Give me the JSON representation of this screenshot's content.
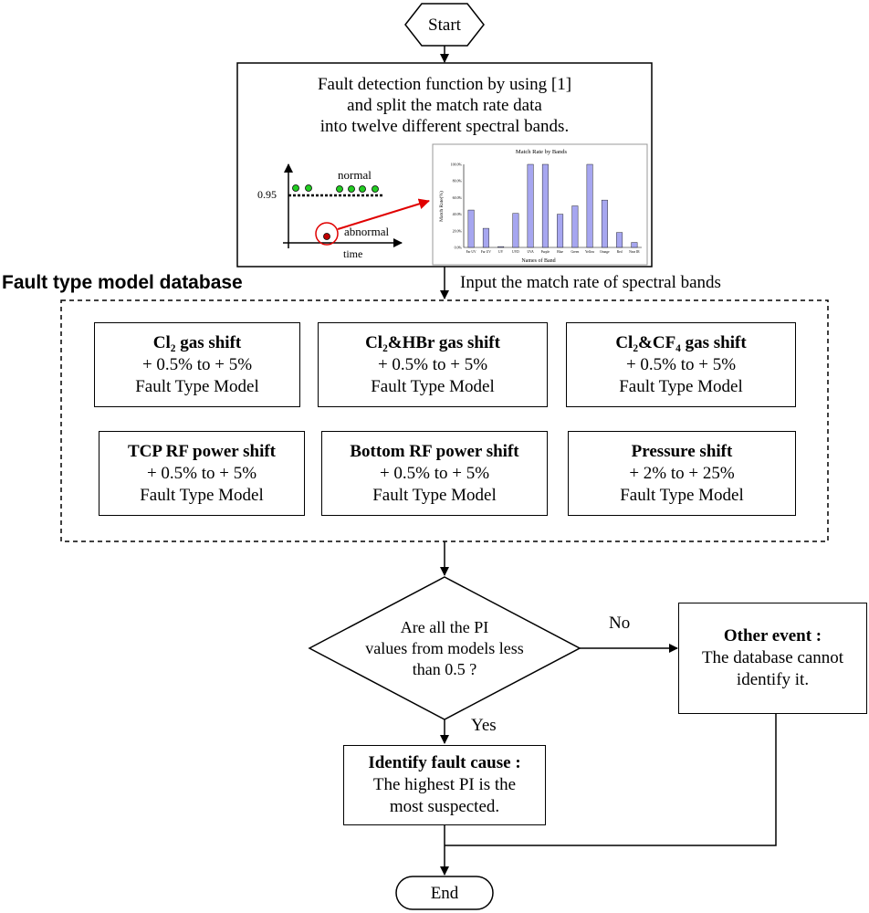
{
  "start": "Start",
  "end": "End",
  "fault_detection": {
    "line1": "Fault detection function by using [1]",
    "line2": "and split the match rate data",
    "line3": "into twelve different spectral bands."
  },
  "scatter": {
    "threshold": "0.95",
    "normal": "normal",
    "abnormal": "abnormal",
    "xlabel": "time"
  },
  "chart_data": {
    "type": "bar",
    "title": "Match Rate by Bands",
    "xlabel": "Names of Band",
    "ylabel": "Match Rate(%)",
    "ylim": [
      0,
      100
    ],
    "yticks": [
      "0.0%",
      "20.0%",
      "40.0%",
      "60.0%",
      "80.0%",
      "100.0%"
    ],
    "categories": [
      "Far UV",
      "Far UV",
      "UV",
      "UVD",
      "UVA",
      "Purple",
      "Blue",
      "Green",
      "Yellow",
      "Orange",
      "Red",
      "Near IR"
    ],
    "values": [
      45,
      23,
      1,
      41,
      100,
      100,
      40,
      50,
      100,
      57,
      18,
      6
    ],
    "bar_color": "#a6a6f0"
  },
  "database_title": "Fault type model database",
  "input_label": "Input the match rate of spectral bands",
  "models": [
    {
      "name": "Cl₂ gas shift",
      "range": "+ 0.5% to + 5%",
      "type": "Fault Type Model"
    },
    {
      "name": "Cl₂&HBr gas shift",
      "range": "+ 0.5% to + 5%",
      "type": "Fault Type Model"
    },
    {
      "name": "Cl₂&CF₄ gas shift",
      "range": "+ 0.5% to + 5%",
      "type": "Fault Type Model"
    },
    {
      "name": "TCP RF power shift",
      "range": "+ 0.5% to + 5%",
      "type": "Fault Type Model"
    },
    {
      "name": "Bottom RF power shift",
      "range": "+ 0.5% to + 5%",
      "type": "Fault Type Model"
    },
    {
      "name": "Pressure shift",
      "range": "+ 2% to + 25%",
      "type": "Fault Type Model"
    }
  ],
  "decision": {
    "line1": "Are all the PI",
    "line2": "values from models less",
    "line3": "than 0.5 ?"
  },
  "no_label": "No",
  "yes_label": "Yes",
  "other_event": {
    "title": "Other event :",
    "line1": "The database cannot",
    "line2": "identify it."
  },
  "identify": {
    "title": "Identify fault cause :",
    "line1": "The highest PI is the",
    "line2": "most suspected."
  }
}
